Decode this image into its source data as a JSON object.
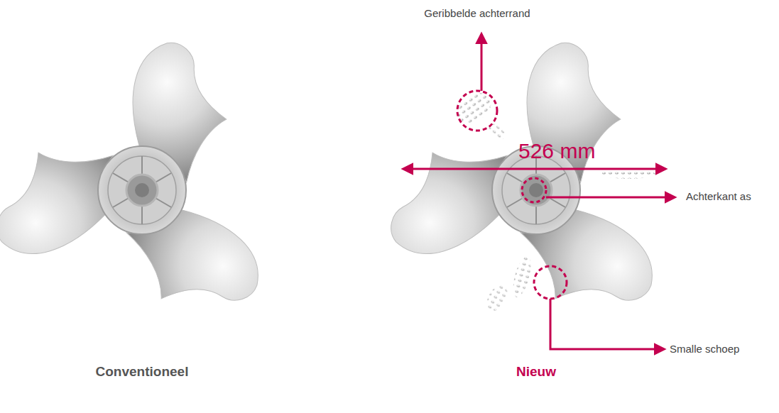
{
  "diagram": {
    "labels": [
      "Geribbelde achterrand",
      "526 mm",
      "Achterkant as",
      "Smalle schoep",
      "Conventioneel",
      "Nieuw"
    ]
  }
}
